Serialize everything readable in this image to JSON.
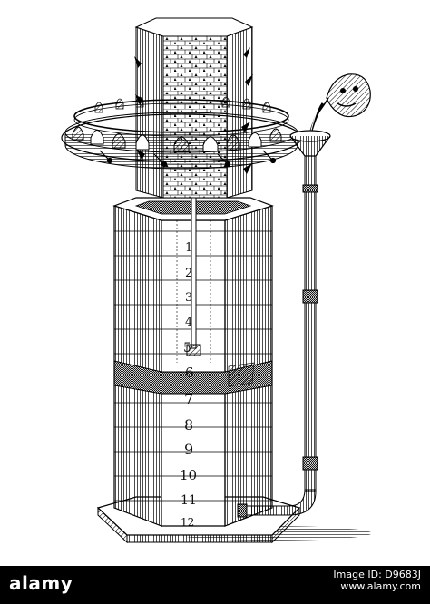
{
  "engraving": {
    "scale_numbers": [
      "1",
      "2",
      "3",
      "4",
      "5",
      "6",
      "7",
      "8",
      "9",
      "10",
      "11",
      "12"
    ]
  },
  "footer": {
    "logo_text": "alamy",
    "image_id_label": "Image ID: D9683J",
    "site_url": "www.alamy.com"
  }
}
